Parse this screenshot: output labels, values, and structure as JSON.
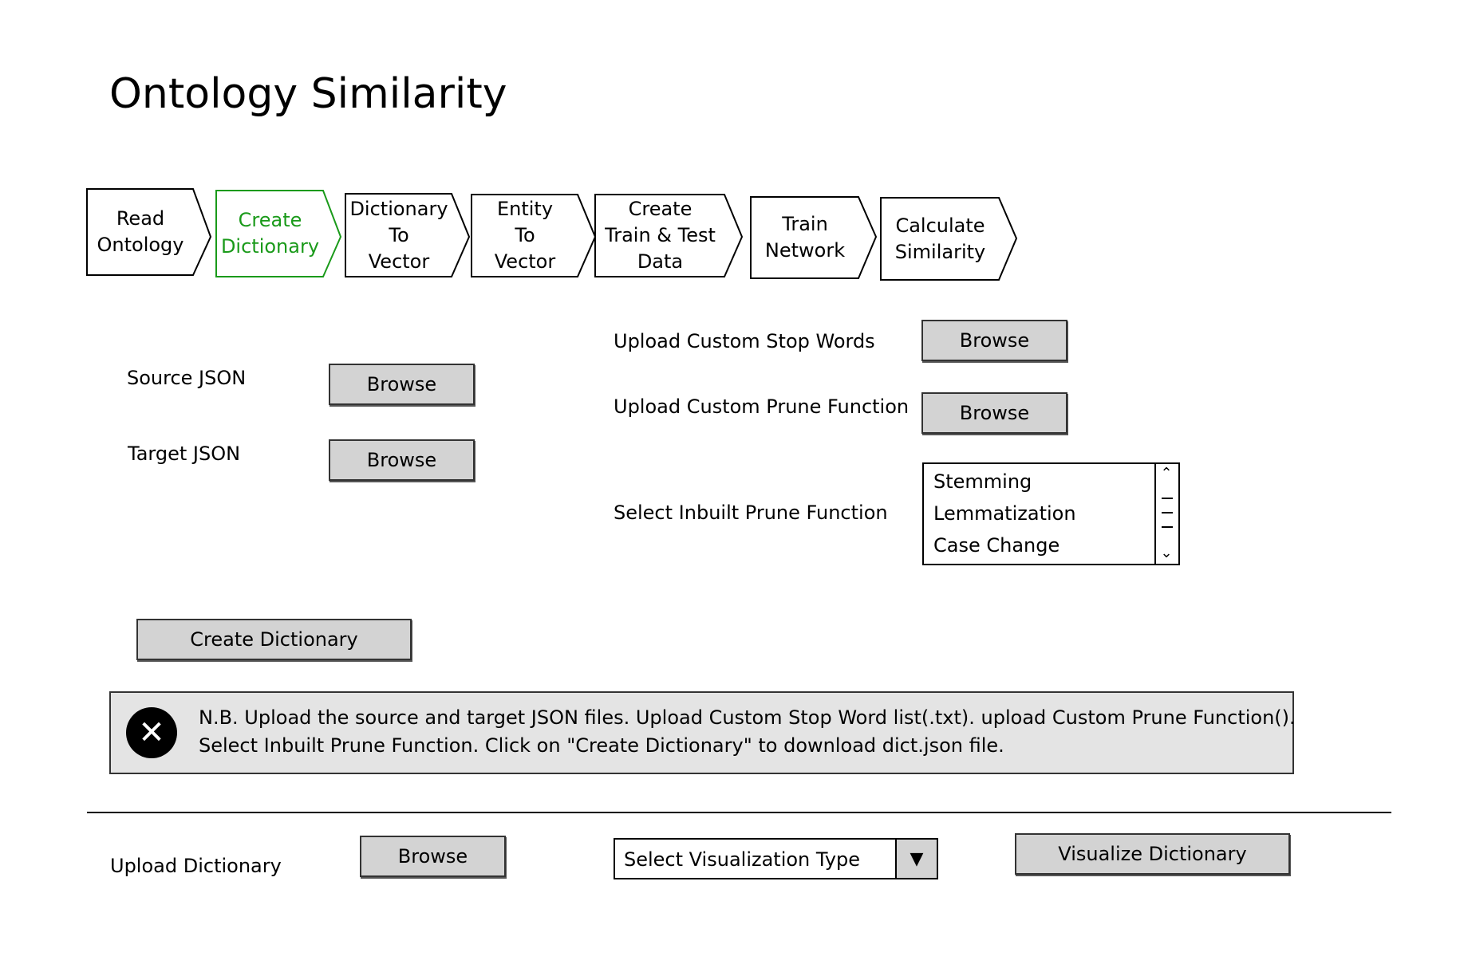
{
  "page": {
    "title": "Ontology Similarity"
  },
  "wizard": {
    "steps": [
      {
        "label": "Read\nOntology",
        "active": false
      },
      {
        "label": "Create\nDictionary",
        "active": true
      },
      {
        "label": "Dictionary\nTo\nVector",
        "active": false
      },
      {
        "label": "Entity\nTo\nVector",
        "active": false
      },
      {
        "label": "Create\nTrain & Test\nData",
        "active": false
      },
      {
        "label": "Train\nNetwork",
        "active": false
      },
      {
        "label": "Calculate\nSimilarity",
        "active": false
      }
    ]
  },
  "source_json": {
    "label": "Source JSON",
    "button": "Browse"
  },
  "target_json": {
    "label": "Target JSON",
    "button": "Browse"
  },
  "stop_words": {
    "label": "Upload Custom Stop Words",
    "button": "Browse"
  },
  "prune_function": {
    "label": "Upload Custom Prune Function",
    "button": "Browse"
  },
  "inbuilt_prune": {
    "label": "Select Inbuilt Prune Function",
    "options": [
      "Stemming",
      "Lemmatization",
      "Case Change"
    ]
  },
  "create_dictionary_button": "Create Dictionary",
  "notice": {
    "line1": "N.B. Upload the source and target JSON files. Upload Custom Stop Word list(.txt). upload Custom Prune Function().",
    "line2": "Select Inbuilt Prune Function. Click on \"Create Dictionary\" to download dict.json file."
  },
  "upload_dictionary": {
    "label": "Upload Dictionary",
    "button": "Browse"
  },
  "visualization_select": {
    "placeholder": "Select Visualization Type"
  },
  "visualize_button": "Visualize Dictionary",
  "colors": {
    "active_step": "#1a9a1a",
    "button_fill": "#d3d3d3",
    "notice_fill": "#e4e4e4"
  }
}
